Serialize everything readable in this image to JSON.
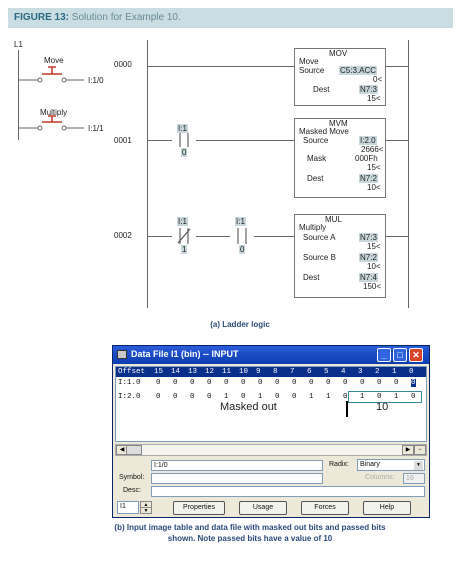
{
  "figure": {
    "label": "FIGURE 13:",
    "title": "Solution for Example 10."
  },
  "io": {
    "rail_label": "L1",
    "move": {
      "label": "Move",
      "address": "I:1/0"
    },
    "multiply": {
      "label": "Multiply",
      "address": "I:1/1"
    }
  },
  "rungs": {
    "r0": {
      "number": "0000",
      "mov": {
        "header": "MOV",
        "title": "Move",
        "source_lbl": "Source",
        "source_val": "C5:3.ACC",
        "source_sub": "0<",
        "dest_lbl": "Dest",
        "dest_val": "N7:3",
        "dest_sub": "15<"
      }
    },
    "r1": {
      "number": "0001",
      "contact": {
        "top": "I:1",
        "bottom": "0"
      },
      "mvm": {
        "header": "MVM",
        "title": "Masked Move",
        "source_lbl": "Source",
        "source_val": "I:2.0",
        "source_sub": "2666<",
        "mask_lbl": "Mask",
        "mask_val": "000Fh",
        "mask_sub": "15<",
        "dest_lbl": "Dest",
        "dest_val": "N7:2",
        "dest_sub": "10<"
      }
    },
    "r2": {
      "number": "0002",
      "contact_a": {
        "top": "I:1",
        "bottom": "1"
      },
      "contact_b": {
        "top": "I:1",
        "bottom": "0"
      },
      "mul": {
        "header": "MUL",
        "title": "Multiply",
        "a_lbl": "Source A",
        "a_val": "N7:3",
        "a_sub": "15<",
        "b_lbl": "Source B",
        "b_val": "N7:2",
        "b_sub": "10<",
        "dest_lbl": "Dest",
        "dest_val": "N7:4",
        "dest_sub": "150<"
      }
    }
  },
  "caption_a": "(a) Ladder logic",
  "window": {
    "title": "Data File I1 (bin) -- INPUT",
    "header": {
      "offset": "Offset",
      "bits": [
        "15",
        "14",
        "13",
        "12",
        "11",
        "10",
        "9",
        "8",
        "7",
        "6",
        "5",
        "4",
        "3",
        "2",
        "1",
        "0"
      ]
    },
    "rows": [
      {
        "label": "I:1.0",
        "bits": [
          "0",
          "0",
          "0",
          "0",
          "0",
          "0",
          "0",
          "0",
          "0",
          "0",
          "0",
          "0",
          "0",
          "0",
          "0",
          "0"
        ]
      },
      {
        "label": "I:2.0",
        "bits": [
          "0",
          "0",
          "0",
          "0",
          "1",
          "0",
          "1",
          "0",
          "0",
          "1",
          "1",
          "0",
          "1",
          "0",
          "1",
          "0"
        ]
      }
    ],
    "annot_masked": "Masked out",
    "annot_passed": "10",
    "address_value": "I:1/0",
    "radix_label": "Radix:",
    "radix_value": "Binary",
    "columns_label": "Columns:",
    "columns_value": "16",
    "symbol_label": "Symbol:",
    "desc_label": "Desc:",
    "spin_value": "I1",
    "buttons": {
      "properties": "Properties",
      "usage": "Usage",
      "forces": "Forces",
      "help": "Help"
    }
  },
  "caption_b": "(b) Input image table and data file with masked out bits and passed bits shown. Note passed bits have a value of 10"
}
